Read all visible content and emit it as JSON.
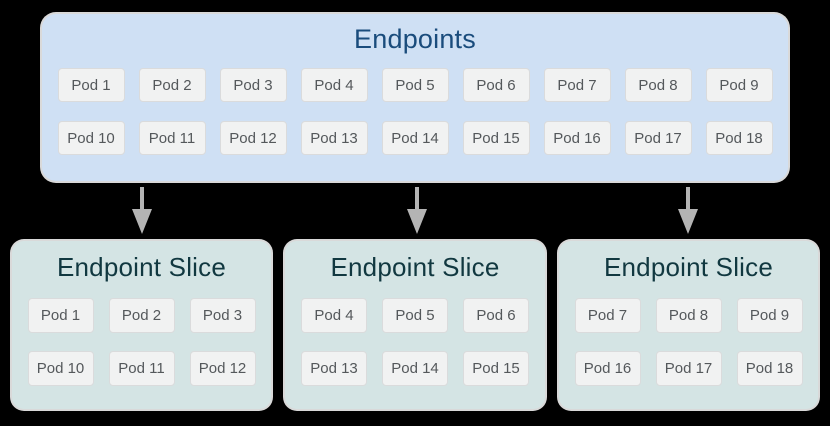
{
  "colors": {
    "background": "#000000",
    "endpoints_box_fill": "#cfe0f4",
    "endpoints_title_text": "#1a4c7c",
    "slice_box_fill": "#d4e4e4",
    "slice_title_text": "#113840",
    "pod_fill": "#f1f2f2",
    "pod_border": "#dadbdc",
    "pod_text": "#54585b",
    "arrow": "#b4b4b4",
    "box_halo": "#ffffff"
  },
  "endpoints_box": {
    "title": "Endpoints",
    "pods": [
      "Pod 1",
      "Pod 2",
      "Pod 3",
      "Pod 4",
      "Pod 5",
      "Pod 6",
      "Pod 7",
      "Pod 8",
      "Pod 9",
      "Pod 10",
      "Pod 11",
      "Pod 12",
      "Pod 13",
      "Pod 14",
      "Pod 15",
      "Pod 16",
      "Pod 17",
      "Pod 18"
    ]
  },
  "icons": {
    "down_arrow": "▼"
  },
  "slices": [
    {
      "title": "Endpoint Slice",
      "pods": [
        "Pod 1",
        "Pod 2",
        "Pod 3",
        "Pod 10",
        "Pod 11",
        "Pod 12"
      ]
    },
    {
      "title": "Endpoint Slice",
      "pods": [
        "Pod 4",
        "Pod 5",
        "Pod 6",
        "Pod 13",
        "Pod 14",
        "Pod 15"
      ]
    },
    {
      "title": "Endpoint Slice",
      "pods": [
        "Pod 7",
        "Pod 8",
        "Pod 9",
        "Pod 16",
        "Pod 17",
        "Pod 18"
      ]
    }
  ]
}
